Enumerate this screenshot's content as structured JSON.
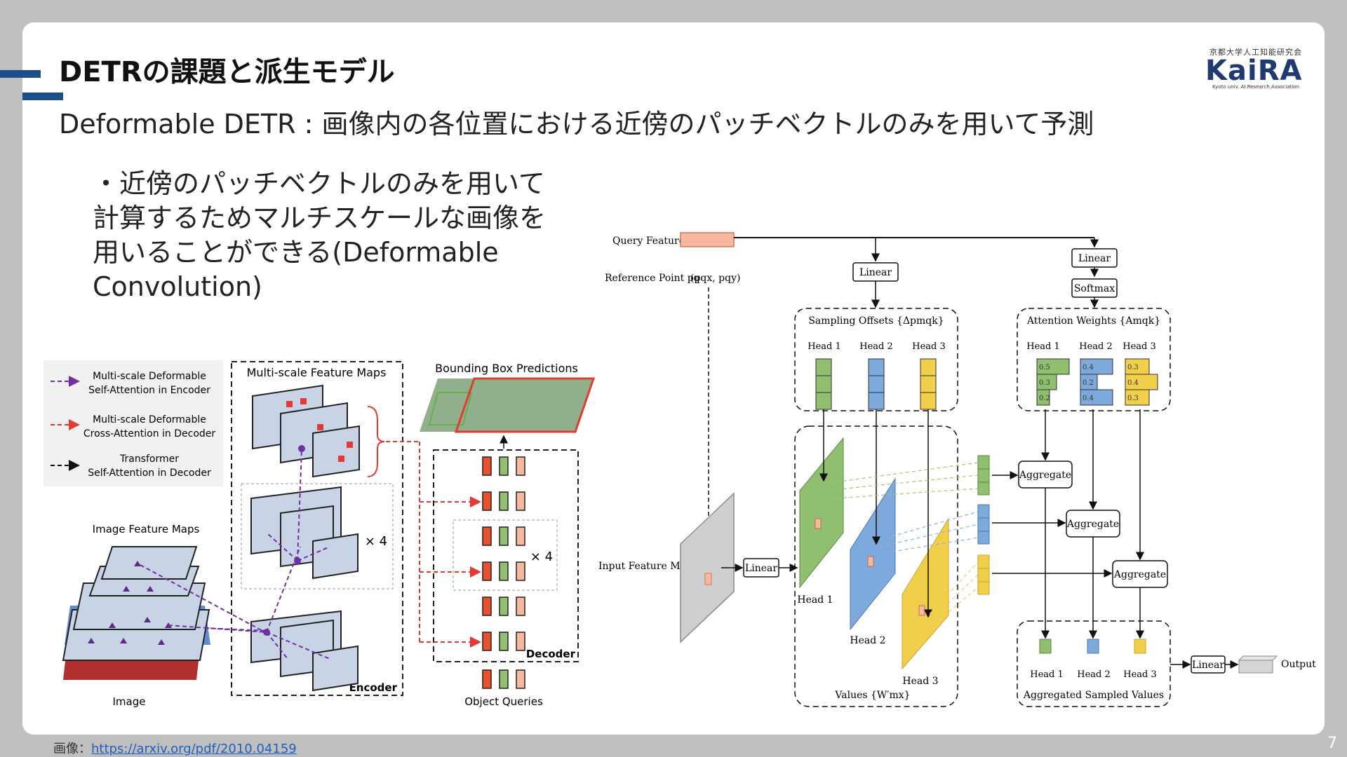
{
  "slide": {
    "title": "DETRの課題と派生モデル",
    "subtitle": "Deformable DETR : 画像内の各位置における近傍のパッチベクトルのみを用いて予測",
    "bullet_lines": [
      "・近傍のパッチベクトルのみを用いて",
      "計算するためマルチスケールな画像を",
      "用いることができる(Deformable",
      "Convolution)"
    ],
    "credit_prefix": "画像：",
    "credit_link": "https://arxiv.org/pdf/2010.04159",
    "page_number": "7"
  },
  "logo": {
    "top_text": "京都大学人工知能研究会",
    "main_text": "KaiRA",
    "sub_text": "Kyoto univ. AI Research Association"
  },
  "left_figure": {
    "legend": [
      {
        "line1": "Multi-scale Deformable",
        "line2": "Self-Attention in Encoder",
        "color": "#7030a0"
      },
      {
        "line1": "Multi-scale Deformable",
        "line2": "Cross-Attention in Decoder",
        "color": "#e53935"
      },
      {
        "line1": "Transformer",
        "line2": "Self-Attention in Decoder",
        "color": "#111111"
      }
    ],
    "image_feature_maps_label": "Image Feature Maps",
    "image_label": "Image",
    "multiscale_label": "Multi-scale Feature Maps",
    "times4_encoder": "× 4",
    "encoder_label": "Encoder",
    "bbox_label": "Bounding Box Predictions",
    "times4_decoder": "× 4",
    "decoder_label": "Decoder",
    "object_queries_label": "Object Queries"
  },
  "right_figure": {
    "query_feature": "Query Feature zq",
    "reference_point": "Reference Point pq",
    "reference_coords": "(pqx, pqy)",
    "input_feature_map": "Input Feature Map x",
    "linear": "Linear",
    "softmax": "Softmax",
    "sampling_offsets": "Sampling Offsets {Δpmqk}",
    "attention_weights": "Attention Weights {Amqk}",
    "heads": [
      "Head 1",
      "Head 2",
      "Head 3"
    ],
    "attention_values": [
      [
        "0.5",
        "0.3",
        "0.2"
      ],
      [
        "0.4",
        "0.2",
        "0.4"
      ],
      [
        "0.3",
        "0.4",
        "0.3"
      ]
    ],
    "aggregate": "Aggregate",
    "values_label": "Values {W′mx}",
    "aggregated_label": "Aggregated Sampled Values",
    "output": "Output",
    "colors": {
      "green": "#8fbf6f",
      "blue": "#7ea9dc",
      "yellow": "#f2cf4a",
      "salmon": "#f6b89e"
    }
  }
}
